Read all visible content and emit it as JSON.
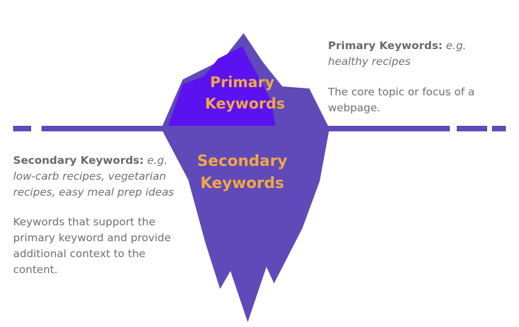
{
  "colors": {
    "iceberg": "#6049b8",
    "iceberg_tip": "#5a12f0",
    "water_line": "#6049b8",
    "label_text": "#f0a848",
    "body_text": "#707070"
  },
  "iceberg": {
    "tip_label_line1": "Primary",
    "tip_label_line2": "Keywords",
    "base_label_line1": "Secondary",
    "base_label_line2": "Keywords"
  },
  "primary": {
    "title": "Primary Keywords:",
    "example": "e.g. healthy recipes",
    "description": "The core topic or focus of a webpage."
  },
  "secondary": {
    "title": "Secondary Keywords:",
    "example": "e.g. low-carb recipes, vegetarian recipes, easy meal prep ideas",
    "description": "Keywords that support the primary keyword and provide additional context to the content."
  }
}
